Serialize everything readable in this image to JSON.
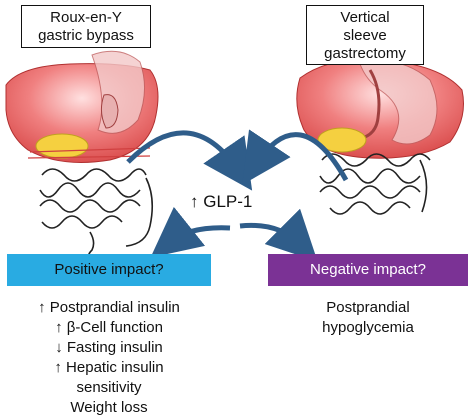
{
  "left_procedure": {
    "lines": [
      "Roux-en-Y",
      "gastric bypass"
    ]
  },
  "right_procedure": {
    "lines": [
      "Vertical",
      "sleeve",
      "gastrectomy"
    ]
  },
  "center_label": "↑ GLP-1",
  "positive": {
    "title": "Positive impact?",
    "items": [
      "↑ Postprandial insulin",
      "↑ β-Cell function",
      "↓ Fasting insulin",
      "↑ Hepatic insulin",
      "sensitivity",
      "Weight loss"
    ]
  },
  "negative": {
    "title": "Negative impact?",
    "items": [
      "Postprandial",
      "hypoglycemia"
    ]
  },
  "colors": {
    "positive_box": "#29abe2",
    "negative_box": "#7b3295",
    "arrows": "#2f5d8a",
    "liver": "#e86a6a",
    "stomach": "#f0c0c0",
    "gallbladder": "#f5d040"
  }
}
